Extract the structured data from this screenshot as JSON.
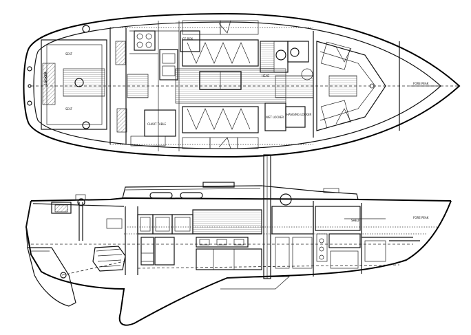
{
  "colors": {
    "ink": "#111111",
    "paper": "#ffffff"
  },
  "plan_labels": {
    "locker": "LOCKER",
    "cockpit_seat_top": "SEAT",
    "cockpit_seat_bottom": "SEAT",
    "ice_box": "ICE BOX",
    "chart_table": "CHART TABLE",
    "wet_locker": "WET LOCKER",
    "head": "HEAD",
    "hanging_locker": "HANGING LOCKER",
    "fore_peak": "FORE PEAK",
    "shelf": "SHELF"
  }
}
